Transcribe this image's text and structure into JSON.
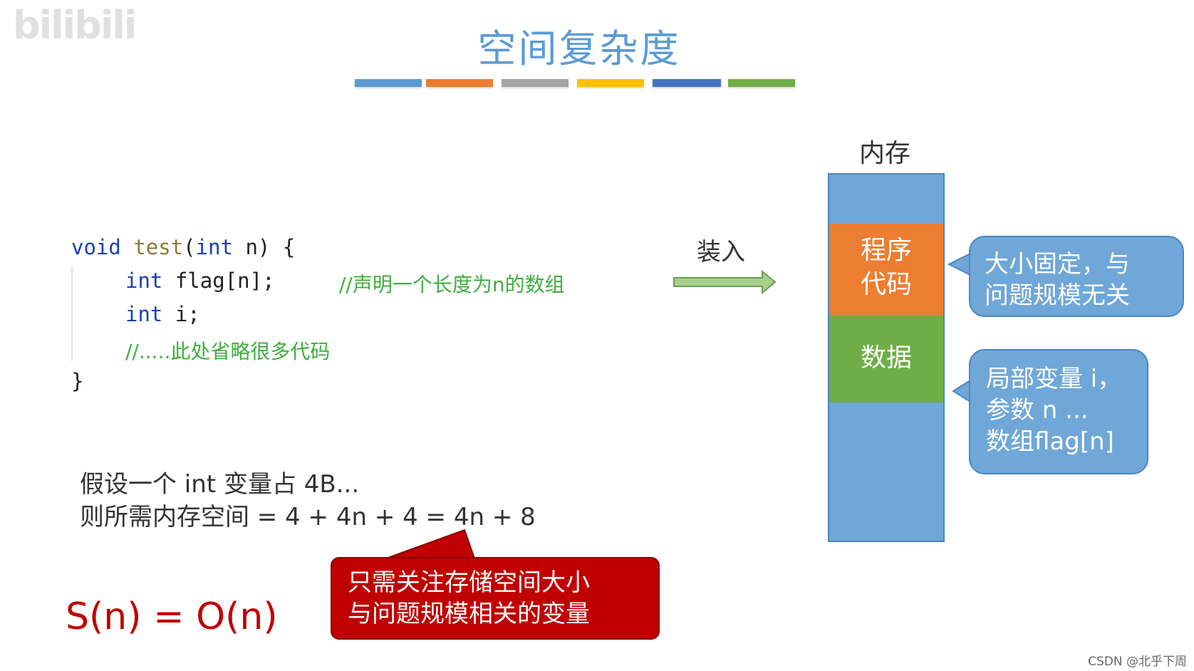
{
  "watermark": "bilibili",
  "title": "空间复杂度",
  "title_bar_colors": [
    "#5b9bd5",
    "#ed7d31",
    "#a5a5a5",
    "#ffc000",
    "#4472c4",
    "#70ad47"
  ],
  "code": {
    "line1": {
      "kw1": "void",
      "fn": "test",
      "p1": "(",
      "kw2": "int",
      "p2": " n) {"
    },
    "line2": {
      "kw": "int",
      "rest": " flag[n];",
      "comment": "//声明一个长度为n的数组"
    },
    "line3": {
      "kw": "int",
      "rest": " i;"
    },
    "line4": {
      "comment": "//.....此处省略很多代码"
    },
    "line5": "}"
  },
  "assumption": {
    "line1": "假设一个 int 变量占 4B...",
    "line2": "则所需内存空间 = 4 + 4n + 4 = 4n + 8"
  },
  "complexity": "S(n) = O(n)",
  "load_label": "装入",
  "memory": {
    "label": "内存",
    "program_code": [
      "程序",
      "代码"
    ],
    "data": "数据"
  },
  "bubble_code": [
    "大小固定，与",
    "问题规模无关"
  ],
  "bubble_data": [
    "局部变量 i，",
    "参数 n ...",
    "数组flag[n]"
  ],
  "callout": [
    "只需关注存储空间大小",
    "与问题规模相关的变量"
  ],
  "credit": "CSDN @北乎下周"
}
